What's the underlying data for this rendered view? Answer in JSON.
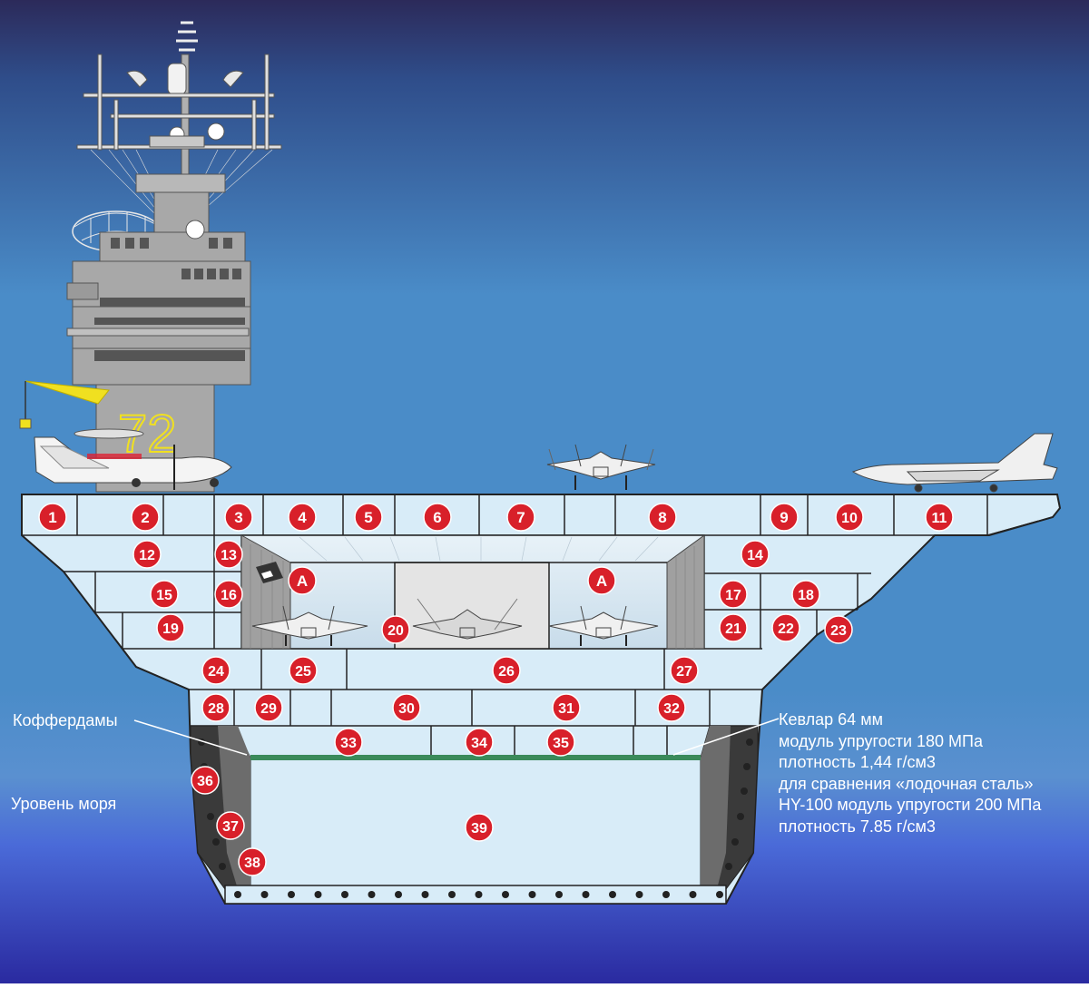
{
  "labels": {
    "cofferdams": "Коффердамы",
    "sea_level": "Уровень моря",
    "kevlar_notes": [
      "Кевлар 64 мм",
      "модуль упругости 180 МПа",
      "плотность 1,44 г/см3",
      "для сравнения «лодочная сталь»",
      "HY-100 модуль упругости 200 МПа",
      "плотность 7.85 г/см3"
    ]
  },
  "hull_number": "72",
  "markers": [
    "1",
    "2",
    "3",
    "4",
    "5",
    "6",
    "7",
    "8",
    "9",
    "10",
    "11",
    "12",
    "13",
    "14",
    "15",
    "16",
    "17",
    "18",
    "19",
    "20",
    "21",
    "22",
    "23",
    "24",
    "25",
    "26",
    "27",
    "28",
    "29",
    "30",
    "31",
    "32",
    "33",
    "34",
    "35",
    "36",
    "37",
    "38",
    "39",
    "A",
    "A"
  ],
  "colors": {
    "sky_top": "#2c2a5a",
    "sky_mid": "#4a8cc8",
    "sea": "#4a6ad8",
    "compartment": "#d8ecf8",
    "marker": "#d8202a",
    "island_grey": "#a8a8a8",
    "hull_number": "#f0e020",
    "armor_dark": "#3a3a3a"
  }
}
